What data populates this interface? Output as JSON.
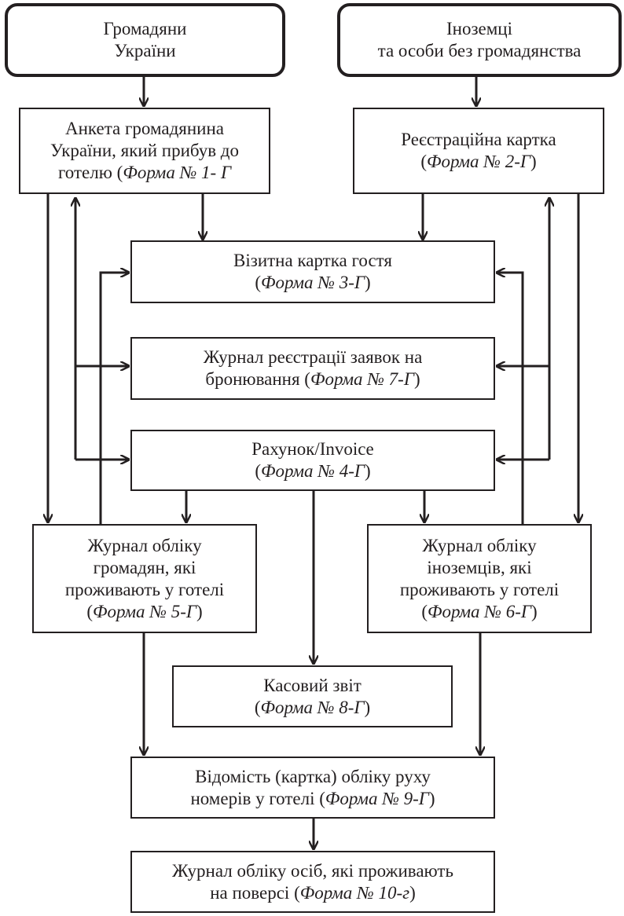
{
  "boxes": {
    "citizens": {
      "line1": "Громадяни",
      "line2": "України"
    },
    "foreigners": {
      "line1": "Іноземці",
      "line2": "та особи без громадянства"
    },
    "form1": {
      "line1": "Анкета громадянина",
      "line2": "України, який прибув до",
      "line3_text": "готелю (",
      "line3_form": "Форма № 1- Г"
    },
    "form2": {
      "line1": "Реєстраційна картка",
      "line2_open": "(",
      "line2_form": "Форма № 2-Г",
      "line2_close": ")"
    },
    "form3": {
      "line1": "Візитна картка гостя",
      "line2_open": "(",
      "line2_form": "Форма № 3-Г",
      "line2_close": ")"
    },
    "form7": {
      "line1": "Журнал реєстрації заявок на",
      "line2_text": "бронювання (",
      "line2_form": "Форма № 7-Г",
      "line2_close": ")"
    },
    "form4": {
      "line1": "Рахунок/Invoice",
      "line2_open": "(",
      "line2_form": "Форма № 4-Г",
      "line2_close": ")"
    },
    "form5": {
      "line1": "Журнал обліку",
      "line2": "громадян, які",
      "line3": "проживають у готелі",
      "line4_open": "(",
      "line4_form": "Форма № 5-Г",
      "line4_close": ")"
    },
    "form6": {
      "line1": "Журнал обліку",
      "line2": "іноземців, які",
      "line3": "проживають у готелі",
      "line4_open": "(",
      "line4_form": "Форма № 6-Г",
      "line4_close": ")"
    },
    "form8": {
      "line1": "Касовий звіт",
      "line2_open": "(",
      "line2_form": "Форма № 8-Г",
      "line2_close": ")"
    },
    "form9": {
      "line1": "Відомість (картка) обліку руху",
      "line2_text": "номерів у готелі (",
      "line2_form": "Форма № 9-Г",
      "line2_close": ")"
    },
    "form10": {
      "line1": "Журнал обліку осіб, які проживають",
      "line2_text": "на поверсі (",
      "line2_form": "Форма № 10-г",
      "line2_close": ")"
    }
  },
  "colors": {
    "stroke": "#231f20",
    "background": "#ffffff"
  }
}
